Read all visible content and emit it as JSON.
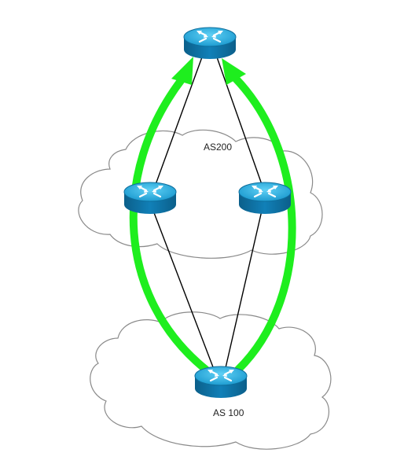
{
  "diagram": {
    "as_labels": {
      "upper": "AS200",
      "lower": "AS 100"
    },
    "routers": [
      {
        "name": "top-router",
        "icon": "router-icon"
      },
      {
        "name": "left-router",
        "icon": "router-icon"
      },
      {
        "name": "right-router",
        "icon": "router-icon"
      },
      {
        "name": "bottom-router",
        "icon": "router-icon"
      }
    ],
    "links": [
      {
        "from": "top-router",
        "to": "left-router"
      },
      {
        "from": "top-router",
        "to": "right-router"
      },
      {
        "from": "left-router",
        "to": "bottom-router"
      },
      {
        "from": "right-router",
        "to": "bottom-router"
      }
    ],
    "paths": [
      {
        "from": "bottom-router",
        "to": "top-router",
        "side": "left"
      },
      {
        "from": "bottom-router",
        "to": "top-router",
        "side": "right"
      }
    ],
    "colors": {
      "path": "#1eee1e",
      "router_top": "#29a9d9",
      "router_body": "#0a6fa0",
      "cloud_stroke": "#8a8a8a",
      "link": "#000000"
    }
  }
}
